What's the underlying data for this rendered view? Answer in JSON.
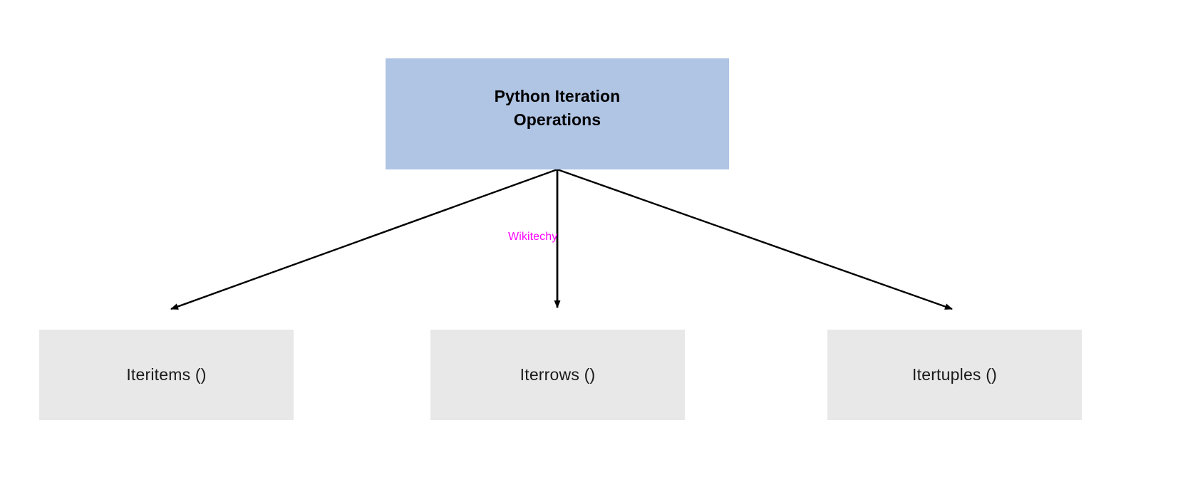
{
  "diagram": {
    "title": "Python Iteration Operations",
    "type": "tree",
    "background_color": "#ffffff",
    "root": {
      "label": "Python Iteration\nOperations",
      "fill_color": "#b0c4e4",
      "text_color": "#000000"
    },
    "leaves": [
      {
        "label": "Iteritems ()",
        "fill_color": "#e8e8e8",
        "text_color": "#1a1a1a"
      },
      {
        "label": "Iterrows ()",
        "fill_color": "#e8e8e8",
        "text_color": "#1a1a1a"
      },
      {
        "label": "Itertuples ()",
        "fill_color": "#e8e8e8",
        "text_color": "#1a1a1a"
      }
    ],
    "connectors": {
      "count": 3,
      "style": "solid-arrow",
      "color": "#000000",
      "origin": "root-bottom-center"
    },
    "watermark": {
      "text": "Wikitechy",
      "color": "#ff00ff"
    }
  }
}
